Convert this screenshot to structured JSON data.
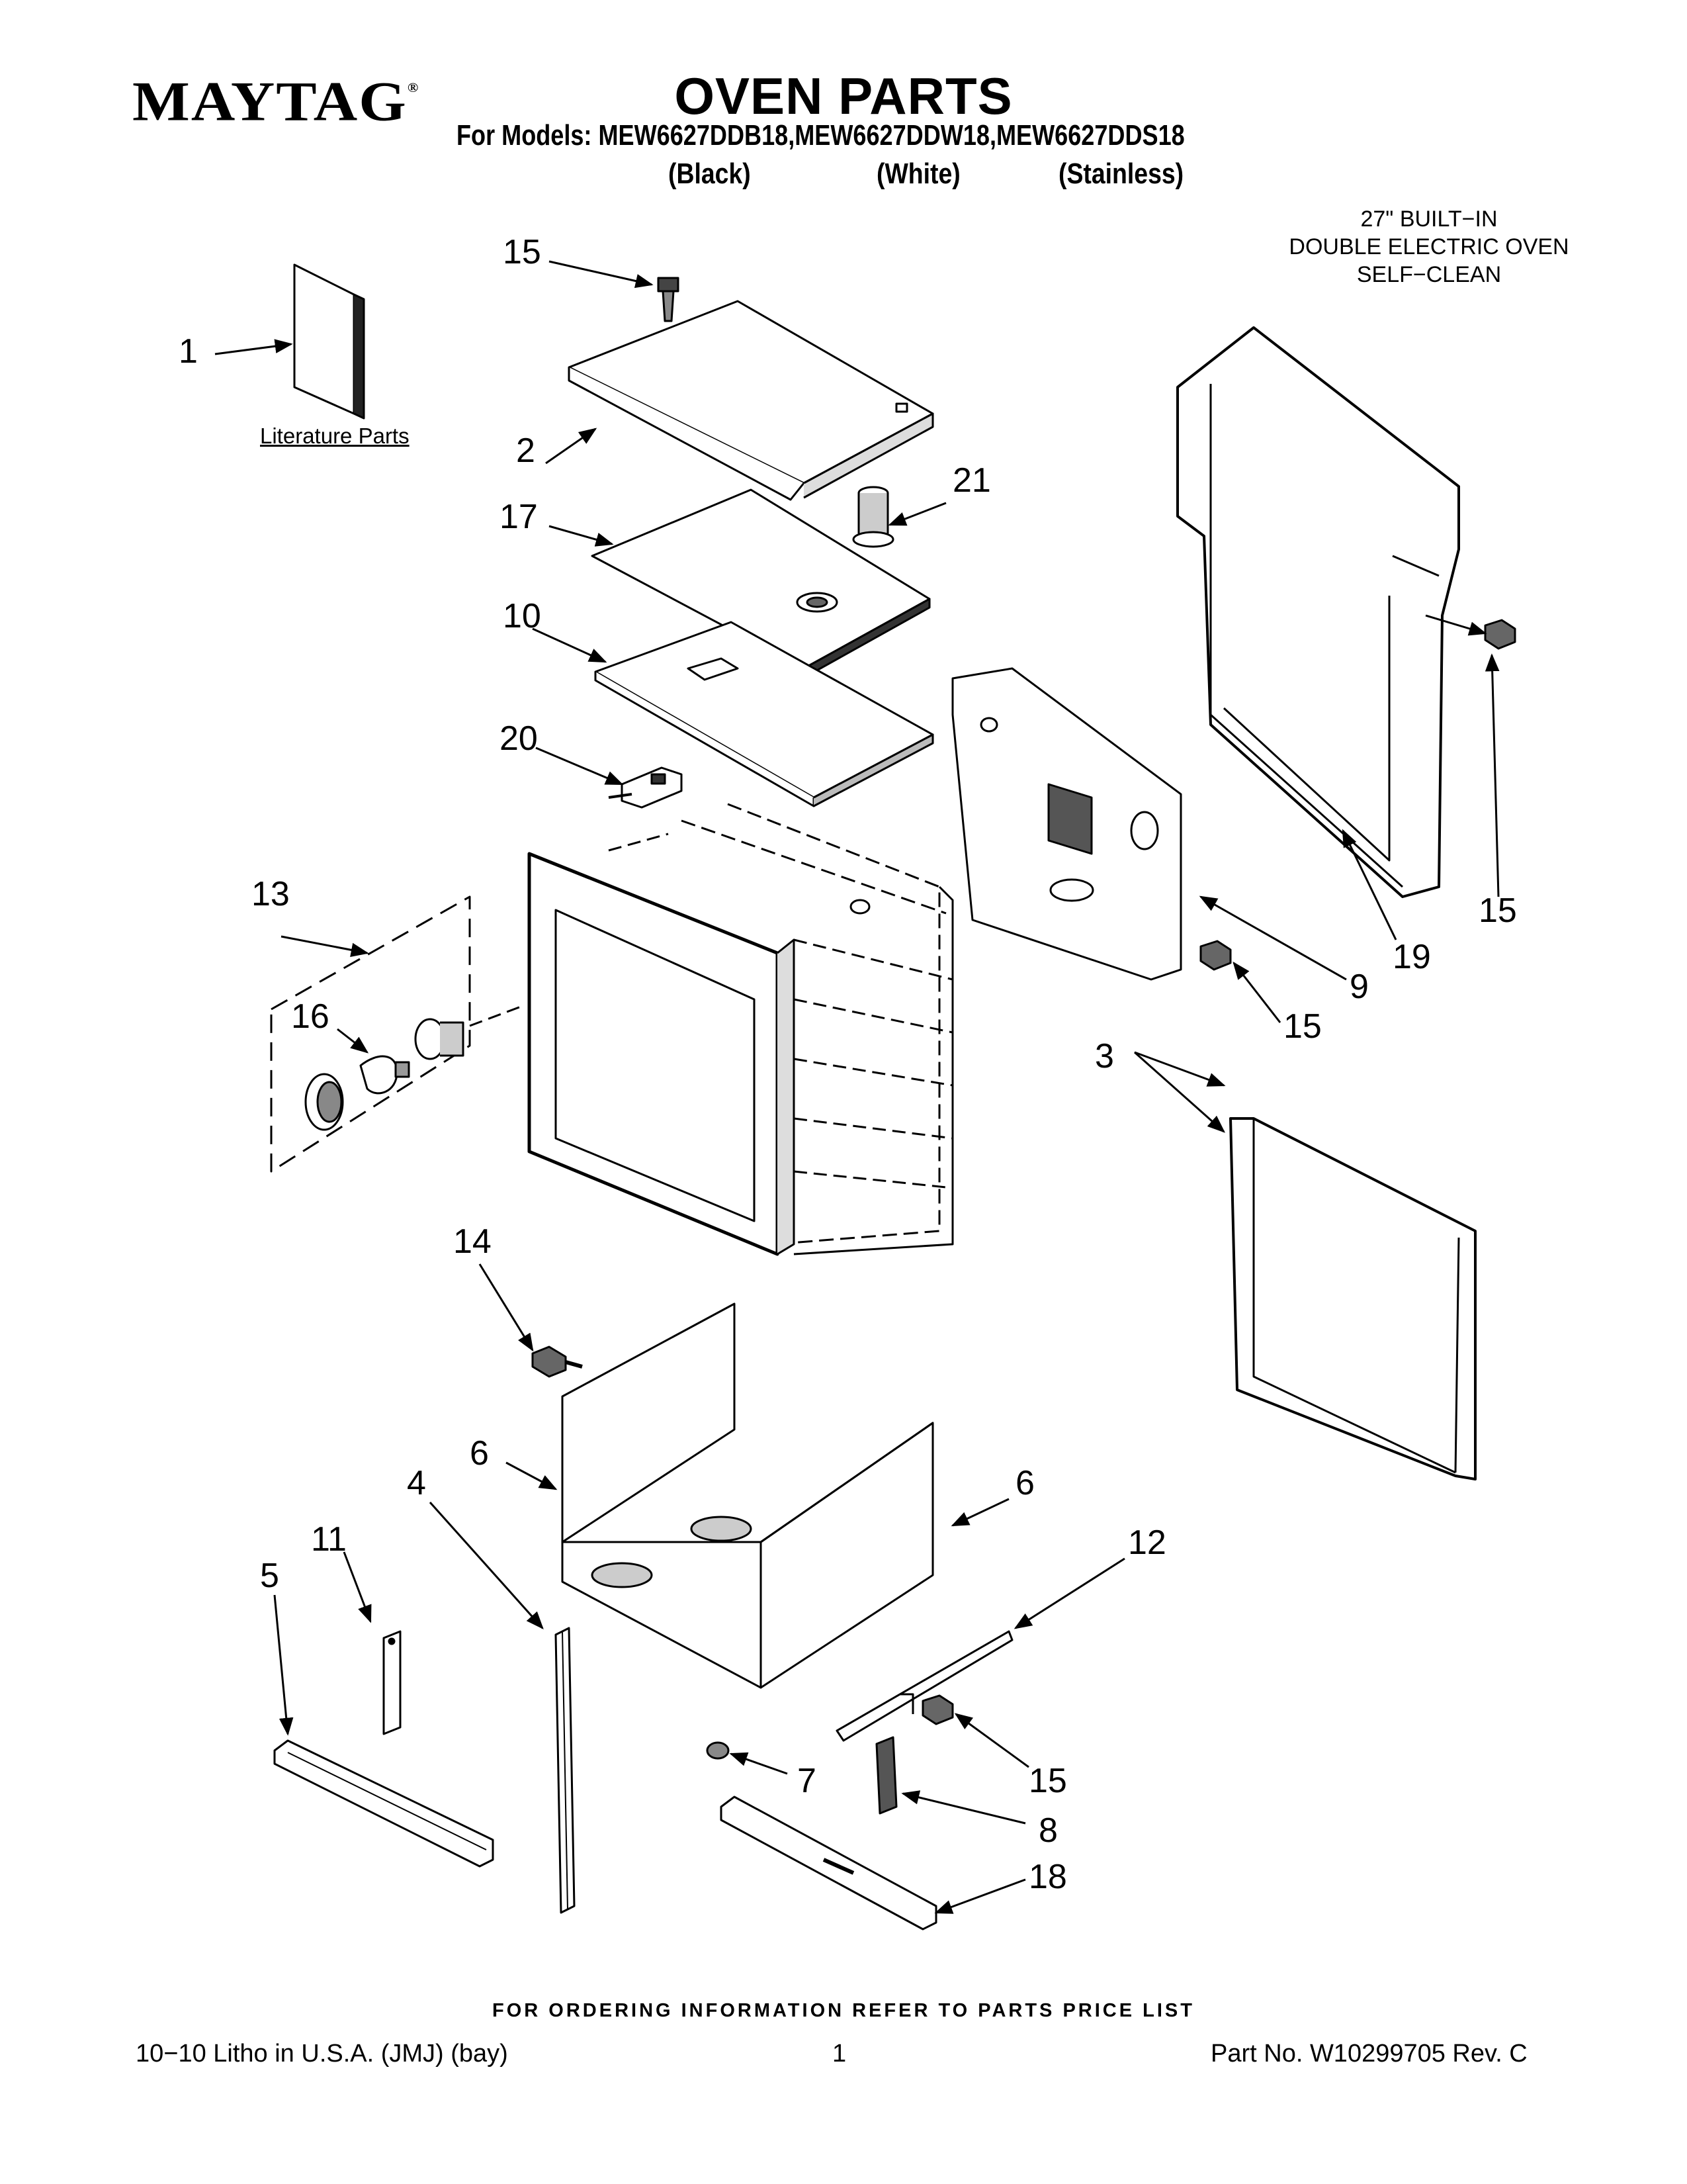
{
  "header": {
    "brand": "MAYTAG",
    "brand_mark": "®",
    "title": "OVEN PARTS",
    "models_line": "For Models: MEW6627DDB18,MEW6627DDW18,MEW6627DDS18",
    "variants": [
      "(Black)",
      "(White)",
      "(Stainless)"
    ],
    "description": [
      "27\" BUILT−IN",
      "DOUBLE ELECTRIC OVEN",
      "SELF−CLEAN"
    ]
  },
  "literature_label": "Literature Parts",
  "callouts": [
    "1",
    "2",
    "3",
    "4",
    "5",
    "6",
    "6",
    "7",
    "8",
    "9",
    "10",
    "11",
    "12",
    "13",
    "14",
    "15",
    "15",
    "15",
    "15",
    "16",
    "17",
    "18",
    "19",
    "20",
    "21"
  ],
  "footer": {
    "ordering_note": "FOR ORDERING INFORMATION REFER TO PARTS PRICE LIST",
    "litho": "10−10 Litho in U.S.A. (JMJ) (bay)",
    "page": "1",
    "part_no": "Part No. W10299705 Rev. C"
  }
}
